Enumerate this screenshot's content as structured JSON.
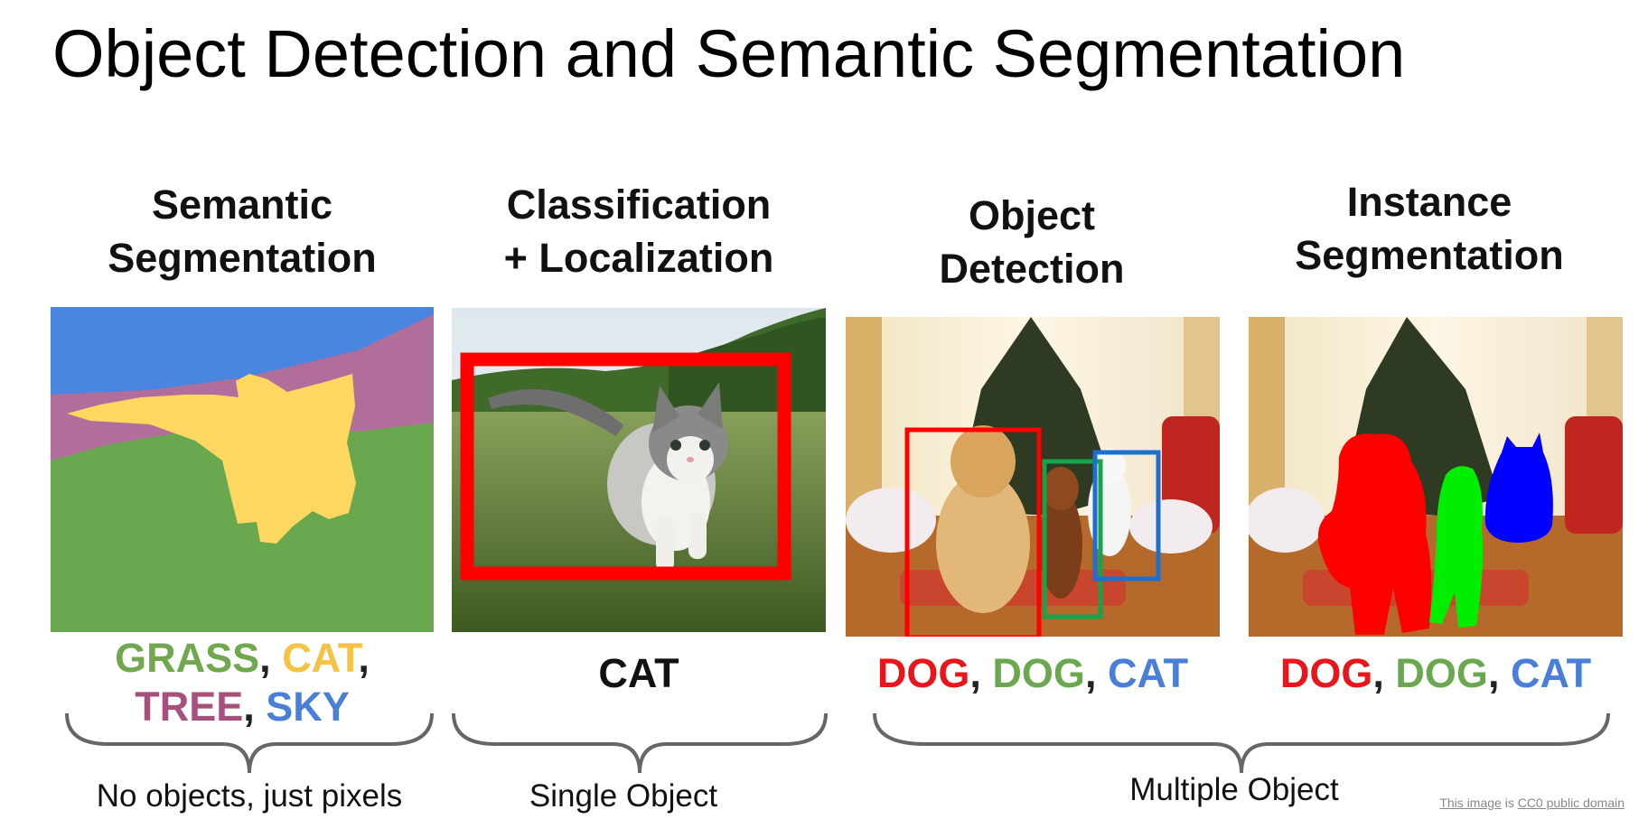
{
  "title": "Object Detection and Semantic Segmentation",
  "sections": [
    {
      "heading_line1": "Semantic",
      "heading_line2": "Segmentation",
      "label_row1": [
        {
          "text": "GRASS",
          "color": "#70a84f"
        },
        {
          "text": "CAT",
          "color": "#f5c242"
        }
      ],
      "label_row2": [
        {
          "text": "TREE",
          "color": "#a8507c"
        },
        {
          "text": "SKY",
          "color": "#4a7fd9"
        }
      ],
      "caption": "No objects, just pixels"
    },
    {
      "heading_line1": "Classification",
      "heading_line2": "+ Localization",
      "label": "CAT",
      "caption": "Single Object"
    },
    {
      "heading_line1": "Object",
      "heading_line2": "Detection",
      "labels": [
        {
          "text": "DOG",
          "color": "#e8151b"
        },
        {
          "text": "DOG",
          "color": "#6aa84f"
        },
        {
          "text": "CAT",
          "color": "#4a7fd9"
        }
      ]
    },
    {
      "heading_line1": "Instance",
      "heading_line2": "Segmentation",
      "labels": [
        {
          "text": "DOG",
          "color": "#e8151b"
        },
        {
          "text": "DOG",
          "color": "#6aa84f"
        },
        {
          "text": "CAT",
          "color": "#4a7fd9"
        }
      ]
    }
  ],
  "multi_caption": "Multiple Object",
  "separator": ",",
  "credit": {
    "link1": "This image",
    "mid": " is ",
    "link2": "CC0 public domain"
  }
}
